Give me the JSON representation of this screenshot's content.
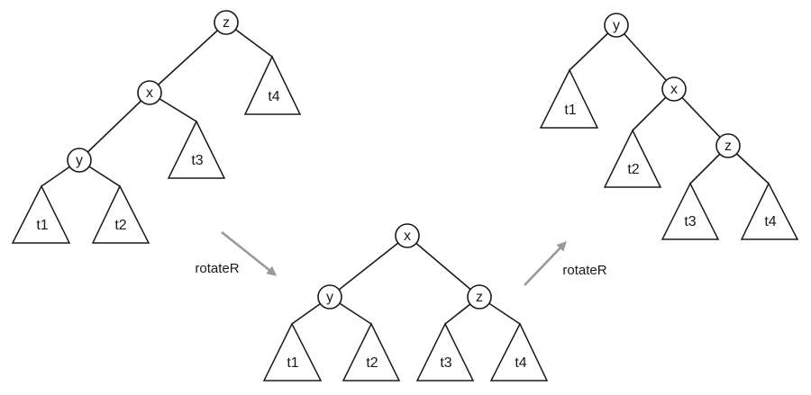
{
  "figure": {
    "description": "Binary search tree right-rotation diagram: rotateR applied twice",
    "colors": {
      "background": "#ffffff",
      "line": "#1a1a1a",
      "arrow": "#999999",
      "text": "#1a1a1a"
    },
    "trees": {
      "left": {
        "structure": "z(x(y(t1,t2),t3),t4)",
        "nodes": {
          "z": "z",
          "x": "x",
          "y": "y"
        },
        "subtrees": {
          "t1": "t1",
          "t2": "t2",
          "t3": "t3",
          "t4": "t4"
        }
      },
      "middle": {
        "structure": "x(y(t1,t2),z(t3,t4))",
        "nodes": {
          "x": "x",
          "y": "y",
          "z": "z"
        },
        "subtrees": {
          "t1": "t1",
          "t2": "t2",
          "t3": "t3",
          "t4": "t4"
        }
      },
      "right": {
        "structure": "y(t1,x(t2,z(t3,t4)))",
        "nodes": {
          "y": "y",
          "x": "x",
          "z": "z"
        },
        "subtrees": {
          "t1": "t1",
          "t2": "t2",
          "t3": "t3",
          "t4": "t4"
        }
      }
    },
    "arrows": {
      "left": {
        "label": "rotateR"
      },
      "right": {
        "label": "rotateR"
      }
    }
  }
}
